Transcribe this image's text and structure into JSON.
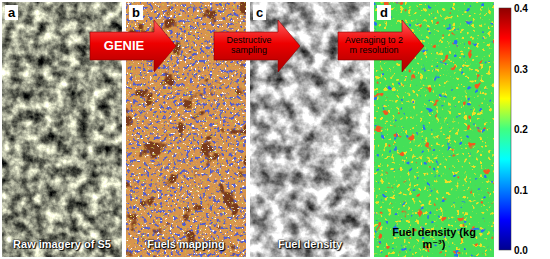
{
  "diagram": {
    "nodes": [
      {
        "text": [
          "a",
          "Raw imagery of S5"
        ]
      },
      {
        "text": [
          "b",
          "Fuels mapping"
        ]
      },
      {
        "text": [
          "c",
          "Fuel density"
        ]
      },
      {
        "text": [
          "d",
          "Fuel density (kg m⁻³)"
        ]
      }
    ],
    "edges": [
      {
        "from": 0,
        "to": 1,
        "arrow": "to",
        "label": "GENIE"
      },
      {
        "from": 1,
        "to": 2,
        "arrow": "to",
        "label": "Destructive sampling"
      },
      {
        "from": 2,
        "to": 3,
        "arrow": "to",
        "label": "Averaging to 2 m resolution"
      }
    ],
    "labels": [
      "0.4",
      "0.3",
      "0.2",
      "0.1",
      "0.0"
    ]
  }
}
